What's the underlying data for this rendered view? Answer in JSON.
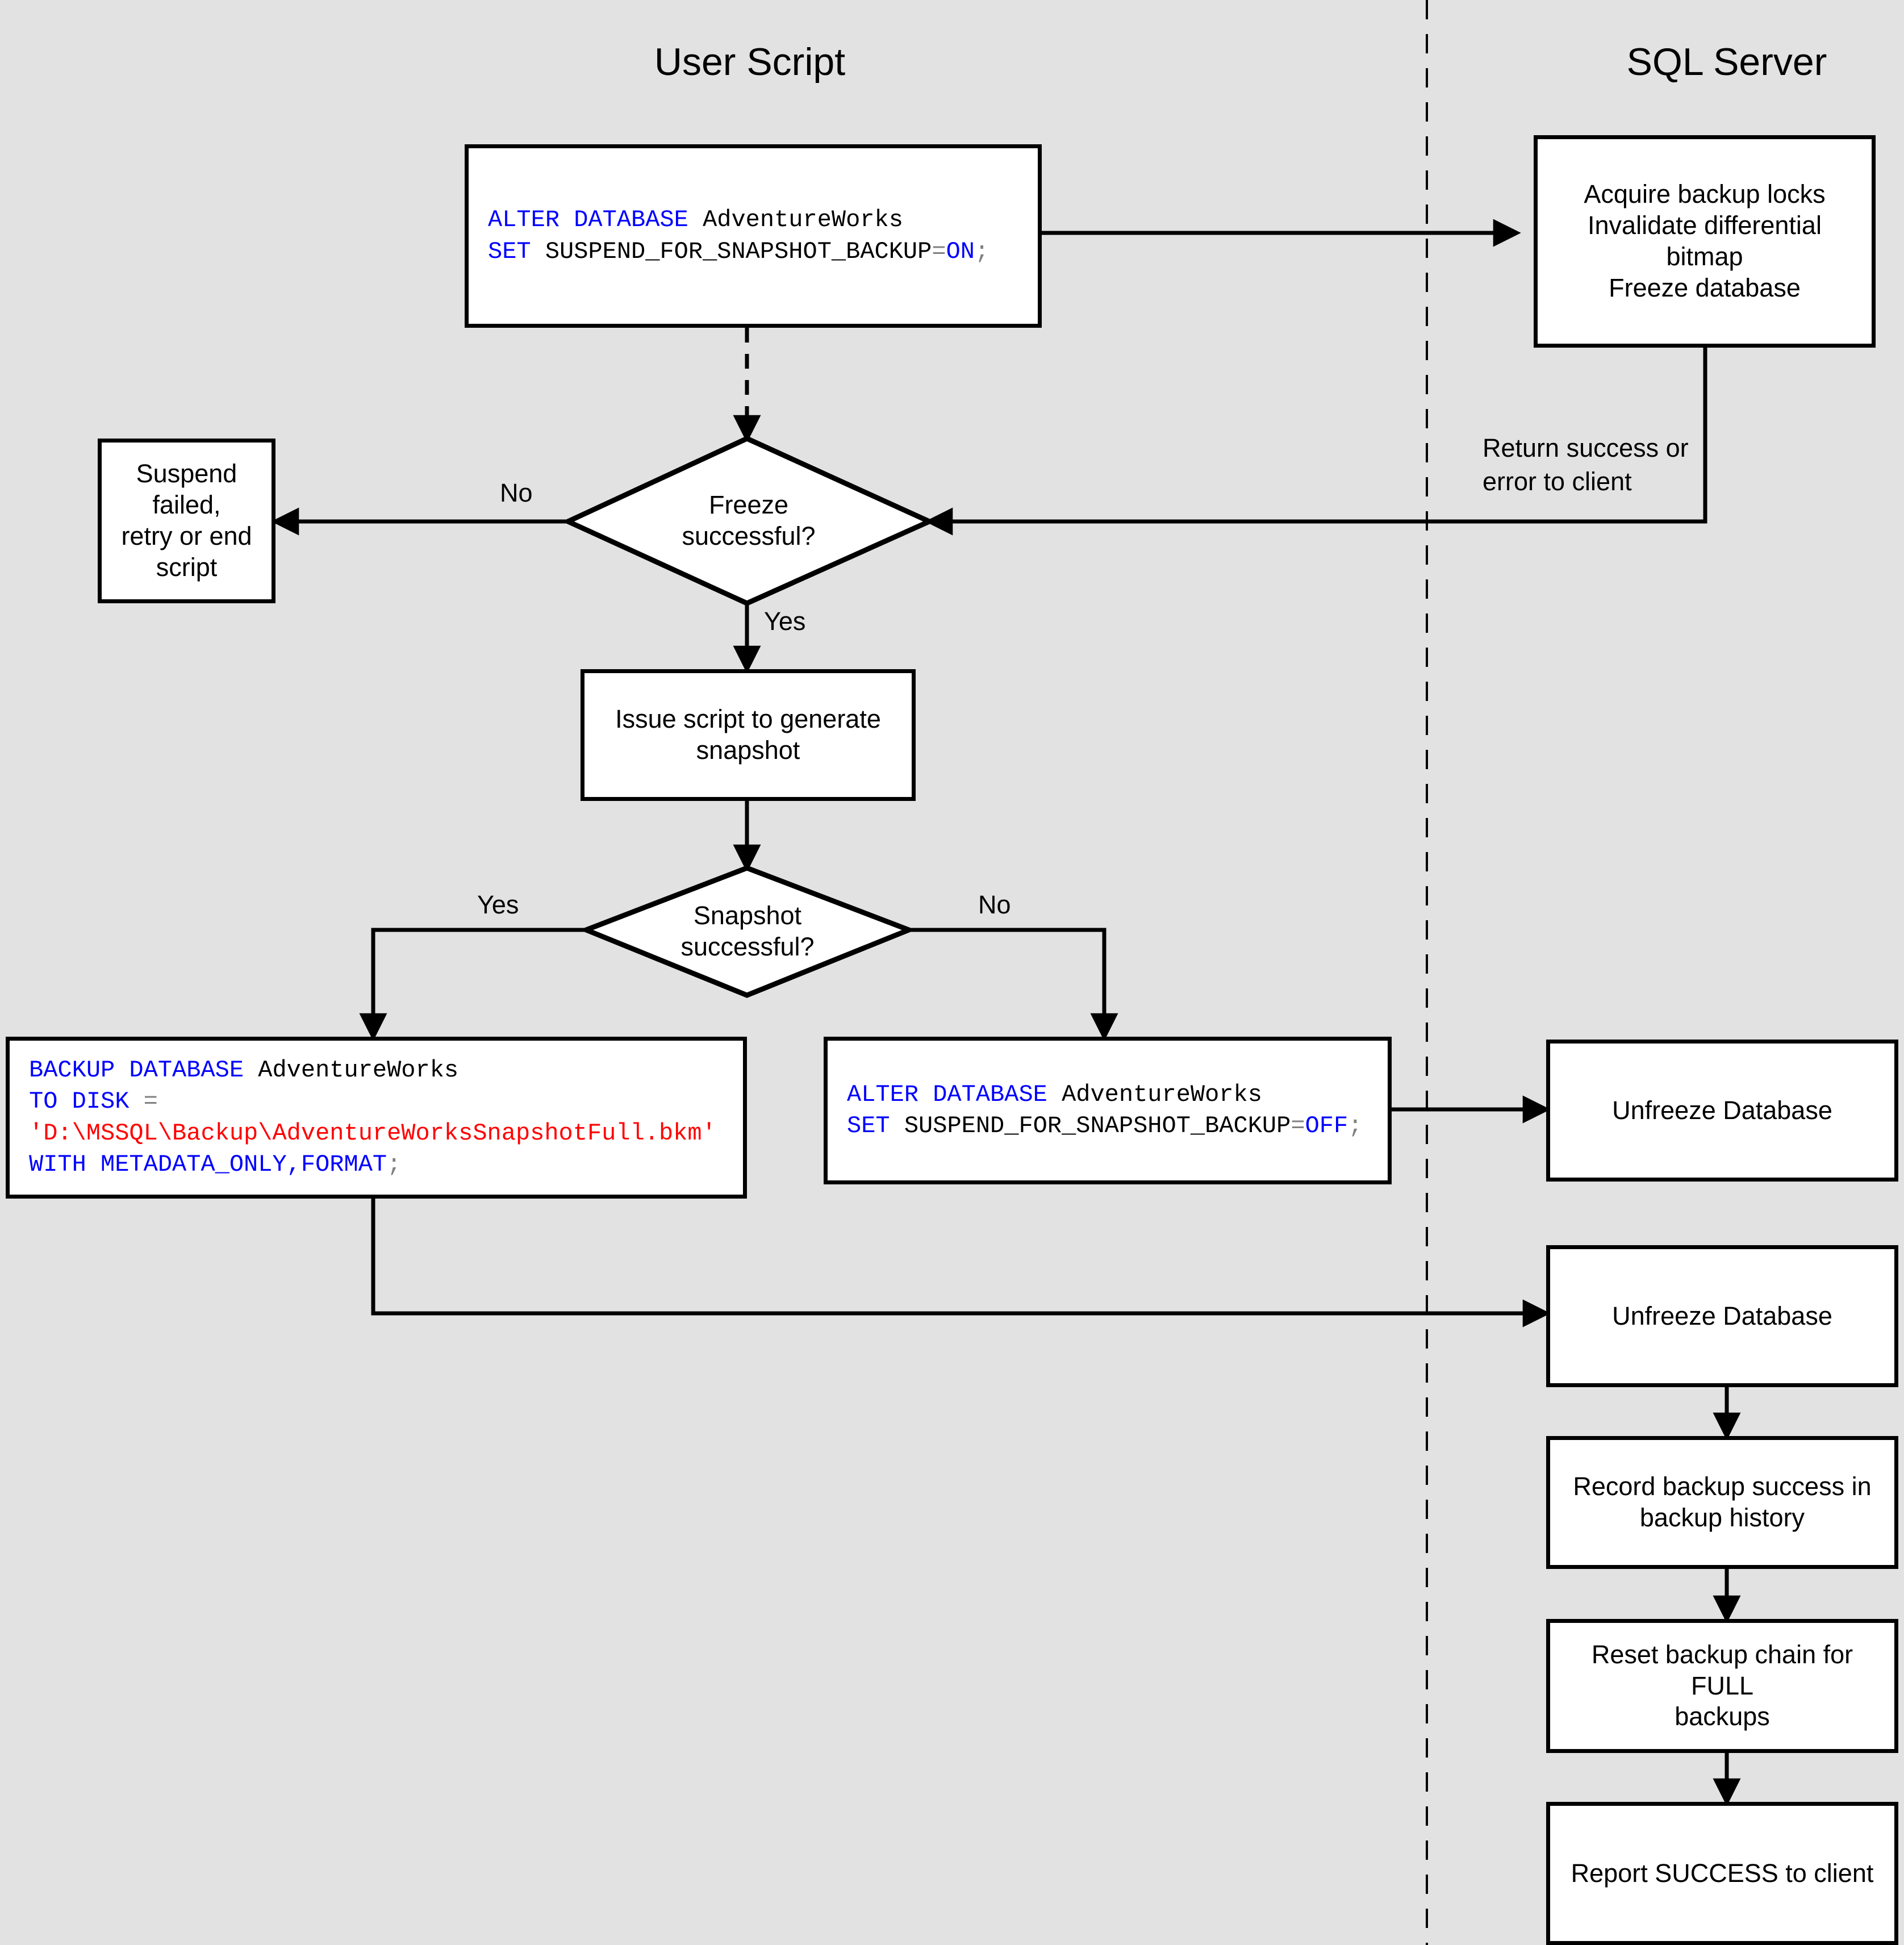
{
  "diagram": {
    "title": "SQL Server snapshot backup flowchart",
    "background_color": "#e2e2e2",
    "lanes": [
      {
        "id": "user-script",
        "label": "User Script"
      },
      {
        "id": "sql-server",
        "label": "SQL Server"
      }
    ],
    "divider": {
      "style": "dashed",
      "color": "#000000"
    }
  },
  "code_colors": {
    "keyword": "#0000ff",
    "identifier": "#000000",
    "operator": "#808080",
    "string": "#ff0000"
  },
  "nodes": {
    "alter_on": {
      "type": "code",
      "lines": [
        [
          {
            "t": "ALTER DATABASE ",
            "c": "kw"
          },
          {
            "t": "AdventureWorks",
            "c": "id"
          }
        ],
        [
          {
            "t": "SET ",
            "c": "kw"
          },
          {
            "t": "SUSPEND_FOR_SNAPSHOT_BACKUP",
            "c": "id"
          },
          {
            "t": "=",
            "c": "op"
          },
          {
            "t": "ON",
            "c": "kw"
          },
          {
            "t": ";",
            "c": "op"
          }
        ]
      ],
      "plain": "ALTER DATABASE AdventureWorks\nSET SUSPEND_FOR_SNAPSHOT_BACKUP=ON;"
    },
    "acquire_locks": {
      "type": "process",
      "label": "Acquire backup locks\nInvalidate differential\nbitmap\nFreeze database"
    },
    "freeze_decision": {
      "type": "decision",
      "label": "Freeze\nsuccessful?"
    },
    "suspend_failed": {
      "type": "process",
      "label": "Suspend failed,\nretry or end script"
    },
    "issue_script": {
      "type": "process",
      "label": "Issue script to generate\nsnapshot"
    },
    "snapshot_decision": {
      "type": "decision",
      "label": "Snapshot\nsuccessful?"
    },
    "backup_database": {
      "type": "code",
      "lines": [
        [
          {
            "t": "BACKUP DATABASE ",
            "c": "kw"
          },
          {
            "t": "AdventureWorks",
            "c": "id"
          }
        ],
        [
          {
            "t": "TO DISK ",
            "c": "kw"
          },
          {
            "t": "=",
            "c": "op"
          }
        ],
        [
          {
            "t": "'D:\\MSSQL\\Backup\\AdventureWorksSnapshotFull.bkm'",
            "c": "str"
          }
        ],
        [
          {
            "t": "WITH METADATA_ONLY,FORMAT",
            "c": "kw"
          },
          {
            "t": ";",
            "c": "op"
          }
        ]
      ],
      "plain": "BACKUP DATABASE AdventureWorks\nTO DISK =\n'D:\\MSSQL\\Backup\\AdventureWorksSnapshotFull.bkm'\nWITH METADATA_ONLY,FORMAT;"
    },
    "alter_off": {
      "type": "code",
      "lines": [
        [
          {
            "t": "ALTER DATABASE ",
            "c": "kw"
          },
          {
            "t": "AdventureWorks",
            "c": "id"
          }
        ],
        [
          {
            "t": "SET ",
            "c": "kw"
          },
          {
            "t": "SUSPEND_FOR_SNAPSHOT_BACKUP",
            "c": "id"
          },
          {
            "t": "=",
            "c": "op"
          },
          {
            "t": "OFF",
            "c": "kw"
          },
          {
            "t": ";",
            "c": "op"
          }
        ]
      ],
      "plain": "ALTER DATABASE AdventureWorks\nSET SUSPEND_FOR_SNAPSHOT_BACKUP=OFF;"
    },
    "unfreeze_1": {
      "type": "process",
      "label": "Unfreeze Database"
    },
    "unfreeze_2": {
      "type": "process",
      "label": "Unfreeze Database"
    },
    "record_backup": {
      "type": "process",
      "label": "Record backup success in\nbackup history"
    },
    "reset_chain": {
      "type": "process",
      "label": "Reset backup chain for FULL\nbackups"
    },
    "report_success": {
      "type": "process",
      "label": "Report SUCCESS to client"
    }
  },
  "edge_labels": {
    "freeze_no": "No",
    "freeze_yes": "Yes",
    "return_to_client": "Return success or\nerror to client",
    "snapshot_yes": "Yes",
    "snapshot_no": "No"
  }
}
